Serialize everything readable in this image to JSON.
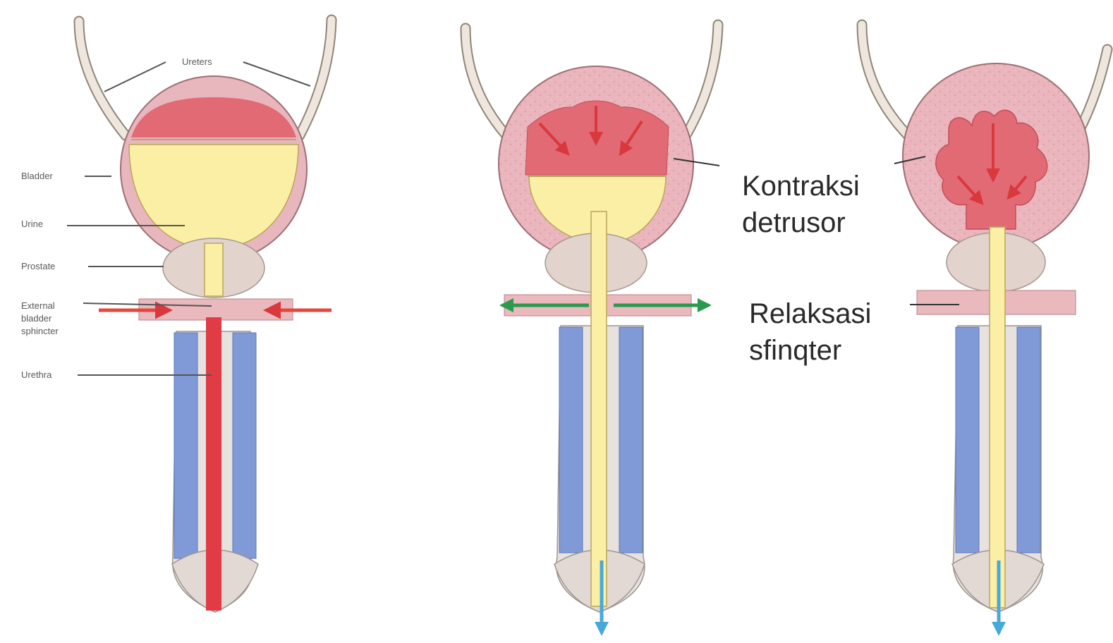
{
  "labels": {
    "ureters": "Ureters",
    "bladder": "Bladder",
    "urine": "Urine",
    "prostate": "Prostate",
    "external_sphincter_line1": "External",
    "external_sphincter_line2": "bladder",
    "external_sphincter_line3": "sphincter",
    "urethra": "Urethra"
  },
  "callouts": {
    "detrusor_line1": "Kontraksi",
    "detrusor_line2": "detrusor",
    "sphincter_line1": "Relaksasi",
    "sphincter_line2": "sfinqter"
  },
  "colors": {
    "bladder_wall": "#e8b6bd",
    "urine": "#fbefa6",
    "detrusor": "#e26a75",
    "prostate": "#e2d3cd",
    "sphincter": "#e9b9bd",
    "urethra_closed": "#e13c45",
    "corpora": "#7f9ad6",
    "inward_arrow": "#e4473e",
    "outward_arrow": "#2b9a4f",
    "flow_arrow": "#47a9d9",
    "ureter": "#efe6dd"
  }
}
